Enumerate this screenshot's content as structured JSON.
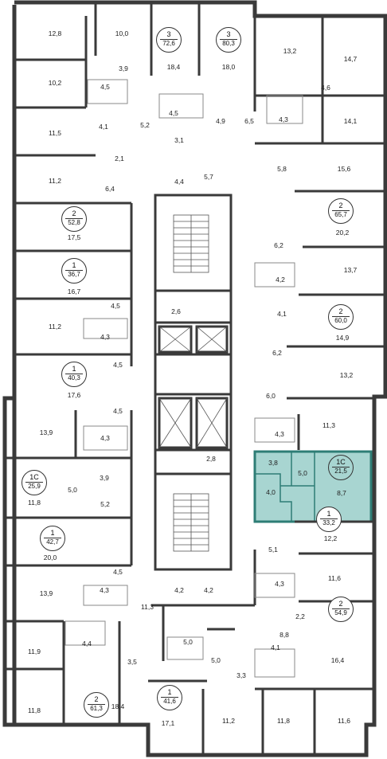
{
  "colors": {
    "wall": "#3a3a3a",
    "highlight_fill": "#a8d5d1",
    "highlight_stroke": "#2e7d75",
    "background": "#ffffff",
    "furniture": "#8a8a8a"
  },
  "apartments": [
    {
      "id": "apt-3-72",
      "type": "3",
      "area": "72,6"
    },
    {
      "id": "apt-3-80",
      "type": "3",
      "area": "80,3"
    },
    {
      "id": "apt-2-52",
      "type": "2",
      "area": "52,8"
    },
    {
      "id": "apt-2-65",
      "type": "2",
      "area": "65,7"
    },
    {
      "id": "apt-1-36",
      "type": "1",
      "area": "36,7"
    },
    {
      "id": "apt-2-60",
      "type": "2",
      "area": "60,0"
    },
    {
      "id": "apt-1-40",
      "type": "1",
      "area": "40,3"
    },
    {
      "id": "apt-1c-25",
      "type": "1С",
      "area": "25,9"
    },
    {
      "id": "apt-1c-21",
      "type": "1С",
      "area": "21,5",
      "highlighted": true
    },
    {
      "id": "apt-1-33",
      "type": "1",
      "area": "33,2"
    },
    {
      "id": "apt-1-42",
      "type": "1",
      "area": "42,7"
    },
    {
      "id": "apt-2-54",
      "type": "2",
      "area": "54,9"
    },
    {
      "id": "apt-2-61",
      "type": "2",
      "area": "61,3"
    },
    {
      "id": "apt-1-41",
      "type": "1",
      "area": "41,6"
    }
  ],
  "room_areas": [
    "12,8",
    "10,0",
    "18,4",
    "18,0",
    "13,2",
    "14,7",
    "3,9",
    "10,2",
    "4,5",
    "4,6",
    "4,5",
    "4,9",
    "6,5",
    "4,3",
    "14,1",
    "11,5",
    "4,1",
    "5,2",
    "3,1",
    "2,1",
    "5,8",
    "15,6",
    "11,2",
    "6,4",
    "4,4",
    "5,7",
    "17,5",
    "20,2",
    "6,2",
    "13,7",
    "16,7",
    "4,2",
    "4,5",
    "2,6",
    "4,1",
    "11,2",
    "4,3",
    "14,9",
    "6,2",
    "13,2",
    "17,6",
    "6,0",
    "4,5",
    "11,3",
    "13,9",
    "4,3",
    "4,3",
    "3,8",
    "5,0",
    "3,9",
    "8,7",
    "5,0",
    "4,0",
    "11,8",
    "5,2",
    "2,8",
    "12,2",
    "20,0",
    "5,1",
    "4,5",
    "11,6",
    "13,9",
    "4,3",
    "4,3",
    "4,2",
    "4,2",
    "2,2",
    "11,3",
    "8,8",
    "4,4",
    "11,9",
    "5,0",
    "16,4",
    "3,5",
    "5,0",
    "4,1",
    "3,3",
    "11,8",
    "18,4",
    "17,1",
    "11,2",
    "11,8",
    "11,6",
    "4,5"
  ]
}
